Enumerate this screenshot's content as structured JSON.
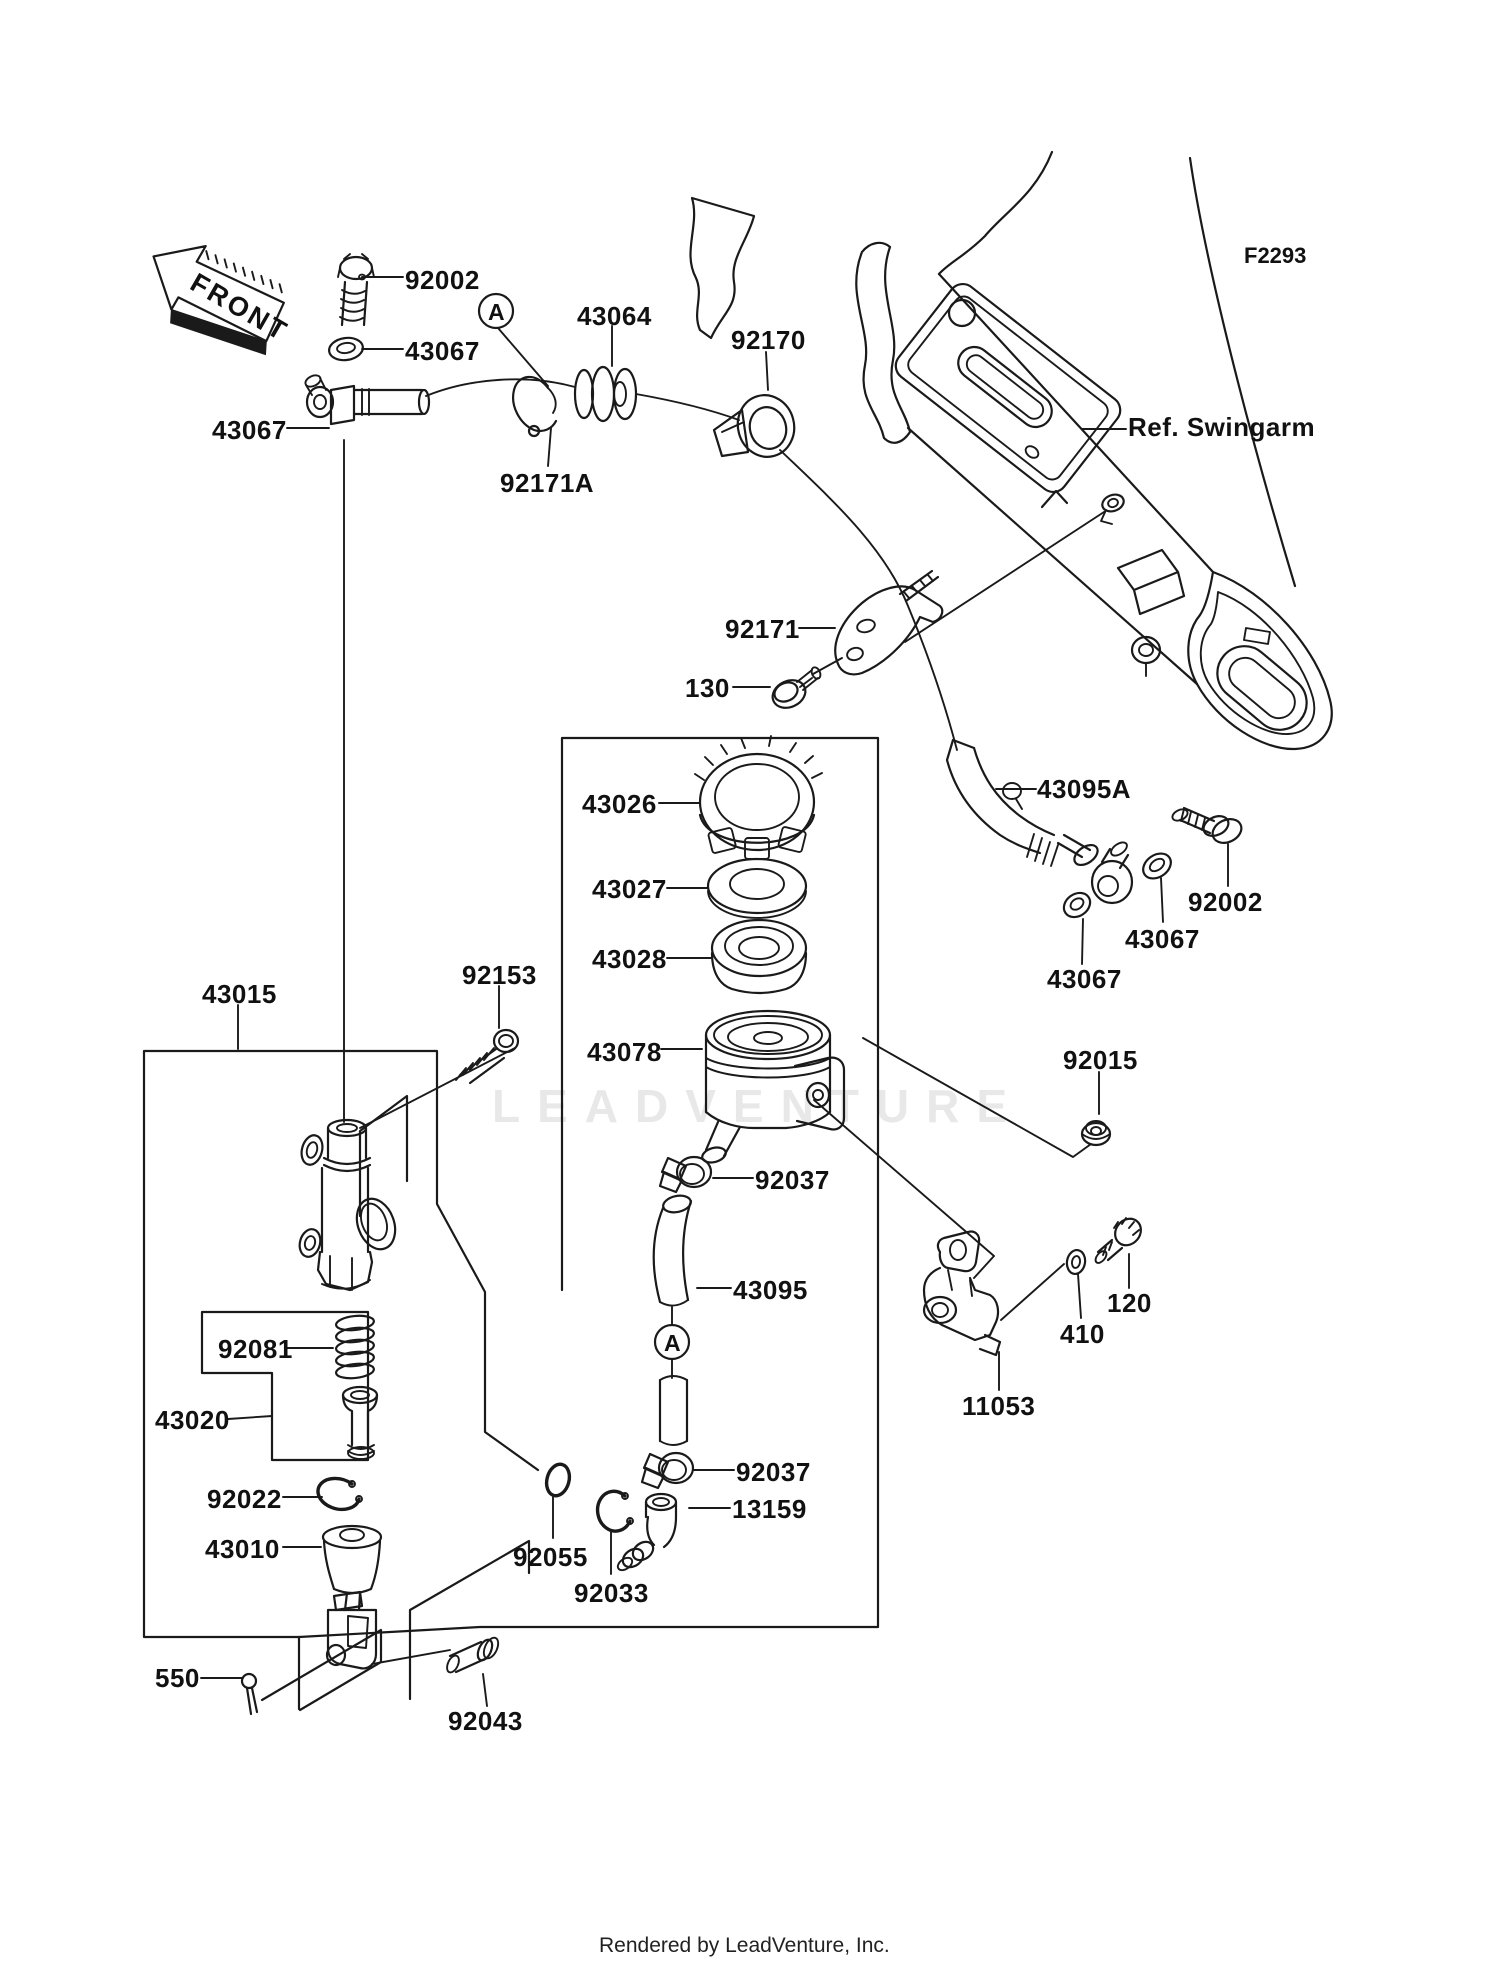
{
  "diagram": {
    "figure_code": "F2293",
    "front_arrow_label": "FRONT",
    "reference_label": "Ref. Swingarm",
    "callout_letter": "A",
    "watermark": "LEADVENTURE",
    "footer": "Rendered by LeadVenture, Inc.",
    "part_numbers": {
      "bolt_top": "92002",
      "washer_top": "43067",
      "grommet": "43064",
      "clamp_92170": "92170",
      "clip_92171a": "92171A",
      "washer_left": "43067",
      "bracket_92171": "92171",
      "bolt_130": "130",
      "hose_43095a": "43095A",
      "bolt_right": "92002",
      "washer_right_upper": "43067",
      "washer_right_lower": "43067",
      "cap": "43026",
      "plate": "43027",
      "diaphragm": "43028",
      "reservoir": "43078",
      "master_cylinder_assy": "43015",
      "screw_92153": "92153",
      "nut_92015": "92015",
      "clamp_upper": "92037",
      "hose_43095": "43095",
      "spring": "92081",
      "piston_assy": "43020",
      "circlip_92022": "92022",
      "rod_assy": "43010",
      "oring_92055": "92055",
      "circlip_92033": "92033",
      "clamp_lower": "92037",
      "joint_13159": "13159",
      "bracket_11053": "11053",
      "washer_410": "410",
      "bolt_120": "120",
      "cotter_pin_550": "550",
      "pin_92043": "92043"
    }
  }
}
